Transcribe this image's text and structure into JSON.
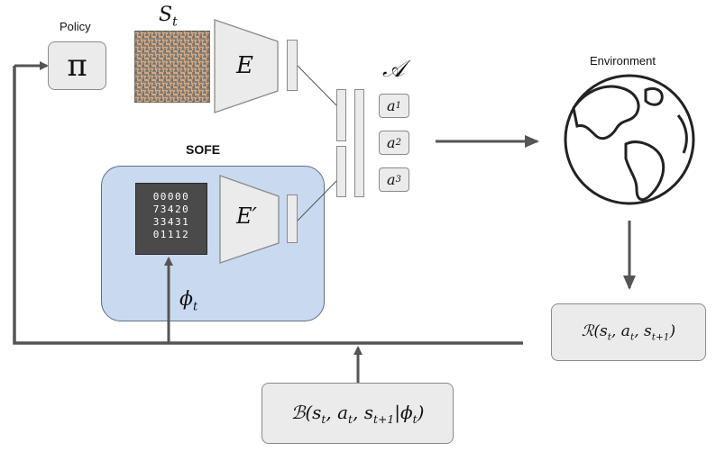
{
  "policy": {
    "title": "Policy",
    "symbol": "π"
  },
  "state": {
    "label_main": "S",
    "label_sub": "t"
  },
  "encoder": {
    "label": "E",
    "label_prime": "E′"
  },
  "actions": {
    "set_label": "𝒜",
    "items": [
      {
        "main": "a",
        "sub": "1"
      },
      {
        "main": "a",
        "sub": "2"
      },
      {
        "main": "a",
        "sub": "3"
      }
    ]
  },
  "sofe": {
    "title": "SOFE",
    "grid_rows": [
      "00000",
      "73420",
      "33431",
      "01112"
    ],
    "phi_main": "ϕ",
    "phi_sub": "t"
  },
  "environment": {
    "title": "Environment"
  },
  "reward": {
    "text_prefix": "ℛ(s",
    "text": "ℛ(s_t, a_t, s_{t+1})"
  },
  "bonus": {
    "text": "ℬ(s_t, a_t, s_{t+1}|ϕ_t)"
  }
}
